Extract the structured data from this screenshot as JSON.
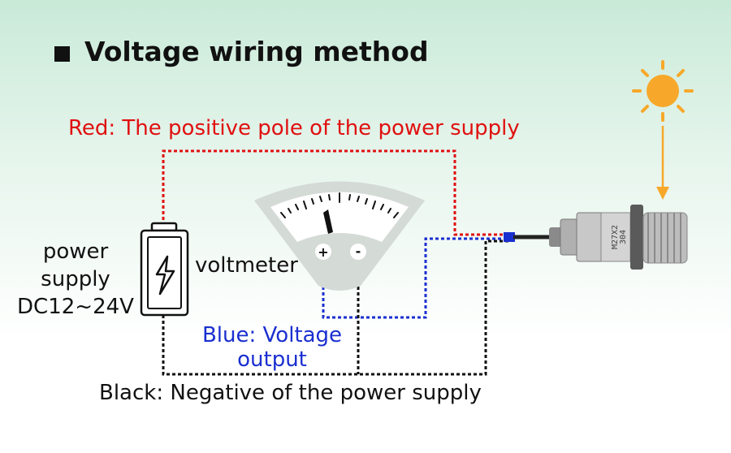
{
  "title": "Voltage wiring method",
  "labels": {
    "red": "Red: The positive pole of the power supply",
    "power_supply_line1": "power",
    "power_supply_line2": "supply",
    "power_supply_line3": "DC12~24V",
    "voltmeter": "voltmeter",
    "blue_line1": "Blue: Voltage",
    "blue_line2": "output",
    "black": "Black: Negative of the power supply"
  },
  "meter": {
    "plus": "+",
    "minus": "-"
  },
  "sensor_marking": {
    "line1": "M27X2",
    "line2": "304"
  },
  "colors": {
    "red_wire": "#e01010",
    "blue_wire": "#1a2fd0",
    "black_wire": "#111111",
    "sun": "#f7a82a"
  },
  "icons": [
    "battery-icon",
    "lightning-bolt-icon",
    "sun-icon",
    "voltmeter-icon",
    "pressure-sensor-icon"
  ]
}
